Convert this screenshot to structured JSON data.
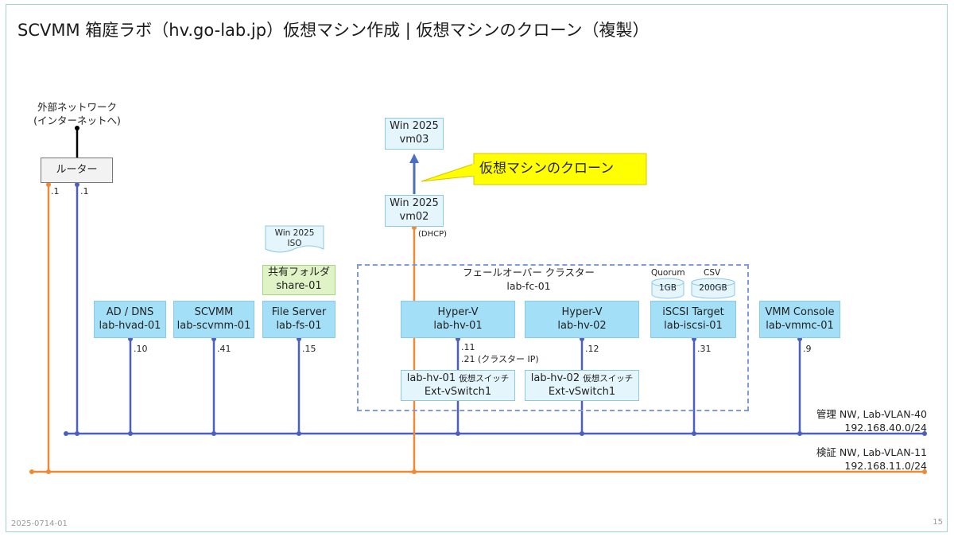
{
  "title": "SCVMM 箱庭ラボ（hv.go-lab.jp）仮想マシン作成 | 仮想マシンのクローン（複製）",
  "footer": {
    "doc_id": "2025-0714-01",
    "page": "15"
  },
  "external": {
    "line1": "外部ネットワーク",
    "line2": "(インターネットへ)"
  },
  "router": {
    "label": "ルーター",
    "ip_orange": ".1",
    "ip_blue": ".1"
  },
  "vm03": {
    "line1": "Win 2025",
    "line2": "vm03"
  },
  "vm02": {
    "line1": "Win 2025",
    "line2": "vm02",
    "note": "(DHCP)"
  },
  "callout": {
    "text": "仮想マシンのクローン"
  },
  "iso": {
    "line1": "Win 2025",
    "line2": "ISO"
  },
  "share": {
    "line1": "共有フォルダ",
    "line2": "share-01"
  },
  "cluster": {
    "line1": "フェールオーバー クラスター",
    "line2": "lab-fc-01"
  },
  "storage": {
    "quorum_label": "Quorum",
    "quorum_size": "1GB",
    "csv_label": "CSV",
    "csv_size": "200GB"
  },
  "servers": [
    {
      "line1": "AD / DNS",
      "line2": "lab-hvad-01",
      "ip": ".10"
    },
    {
      "line1": "SCVMM",
      "line2": "lab-scvmm-01",
      "ip": ".41"
    },
    {
      "line1": "File Server",
      "line2": "lab-fs-01",
      "ip": ".15"
    },
    {
      "line1": "Hyper-V",
      "line2": "lab-hv-01",
      "ip": ".11",
      "ip2": ".21 (クラスター IP)"
    },
    {
      "line1": "Hyper-V",
      "line2": "lab-hv-02",
      "ip": ".12"
    },
    {
      "line1": "iSCSI Target",
      "line2": "lab-iscsi-01",
      "ip": ".31"
    },
    {
      "line1": "VMM Console",
      "line2": "lab-vmmc-01",
      "ip": ".9"
    }
  ],
  "switches": [
    {
      "line1a": "lab-hv-01",
      "line1b": "仮想スイッチ",
      "line2": "Ext-vSwitch1"
    },
    {
      "line1a": "lab-hv-02",
      "line1b": "仮想スイッチ",
      "line2": "Ext-vSwitch1"
    }
  ],
  "networks": {
    "mgmt": {
      "name": "管理 NW, Lab-VLAN-40",
      "subnet": "192.168.40.0/24",
      "color": "#4a5fc1"
    },
    "test": {
      "name": "検証 NW, Lab-VLAN-11",
      "subnet": "192.168.11.0/24",
      "color": "#f08a32"
    }
  },
  "colors": {
    "callout": "#ffff00",
    "box_dark": "#a3dff6",
    "box_light": "#e4f5fc"
  }
}
